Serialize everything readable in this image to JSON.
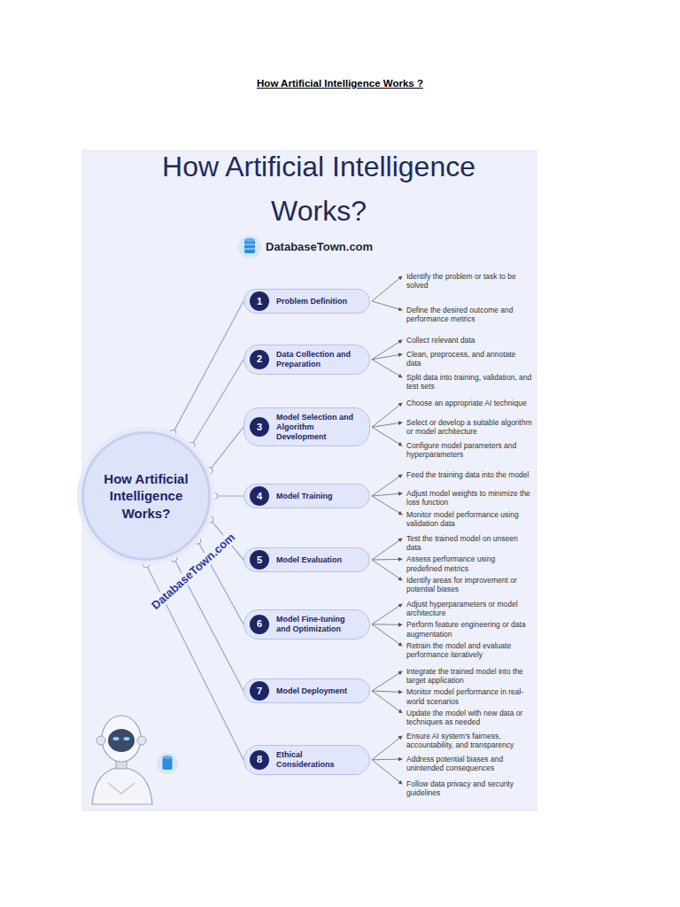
{
  "diagram": {
    "title": "How Artificial Intelligence Works ?",
    "nodes": [
      {
        "text": [
          "How Artificial Intelligence Works?"
        ]
      },
      {
        "text": [
          "Problem Definition"
        ]
      },
      {
        "text": [
          "1"
        ],
        "in": 1
      },
      {
        "text": [
          "Data Collection and Preparation"
        ]
      },
      {
        "text": [
          "2"
        ],
        "in": 3
      },
      {
        "text": [
          "Model Selection and Algorithm Development"
        ]
      },
      {
        "text": [
          "3"
        ],
        "in": 5
      },
      {
        "text": [
          "Model Training"
        ]
      },
      {
        "text": [
          "4"
        ],
        "in": 7
      },
      {
        "text": [
          "Model Evaluation"
        ]
      },
      {
        "text": [
          "5"
        ],
        "in": 9
      },
      {
        "text": [
          "Model Fine-tuning and Optimization"
        ]
      },
      {
        "text": [
          "6"
        ],
        "in": 11
      },
      {
        "text": [
          "Model Deployment"
        ]
      },
      {
        "text": [
          "7"
        ],
        "in": 13
      },
      {
        "text": [
          "Ethical Considerations"
        ]
      },
      {
        "text": [
          "8"
        ],
        "in": 15
      }
    ],
    "edges": [
      {
        "from": 0,
        "to": 1,
        "arrow": "none"
      },
      {
        "from": 0,
        "to": 3,
        "arrow": "none"
      },
      {
        "from": 0,
        "to": 5,
        "arrow": "none"
      },
      {
        "from": 0,
        "to": 7,
        "arrow": "none"
      },
      {
        "from": 0,
        "to": 9,
        "arrow": "none"
      },
      {
        "from": 0,
        "to": 11,
        "arrow": "none"
      },
      {
        "from": 0,
        "to": 13,
        "arrow": "none"
      },
      {
        "from": 0,
        "to": 15,
        "arrow": "none"
      }
    ],
    "labels": [
      "How Artificial Intelligence Works?",
      "DatabaseTown.com",
      "DatabaseTown.com",
      "Identify the problem or task to be solved",
      "Define the desired outcome and performance metrics",
      "Collect relevant data",
      "Clean, preprocess, and annotate data",
      "Split data into training, validation, and test sets",
      "Choose an appropriate AI technique",
      "Select or develop a suitable algorithm or model architecture",
      "Configure model parameters and hyperparameters",
      "Feed the training data into the model",
      "Adjust model weights to minimize the loss function",
      "Monitor model performance using validation data",
      "Test the trained model on unseen data",
      "Assess performance using predefined metrics",
      "Identify areas for improvement or potential biases",
      "Adjust hyperparameters or model architecture",
      "Perform feature engineering or data augmentation",
      "Retrain the model and evaluate performance iteratively",
      "Integrate the trained model into the target application",
      "Monitor model performance in real-world scenarios",
      "Update the model with new data or techniques as needed",
      "Ensure AI system's fairness, accountability, and transparency",
      "Address potential biases and unintended consequences",
      "Follow data privacy and security guidelines"
    ]
  }
}
